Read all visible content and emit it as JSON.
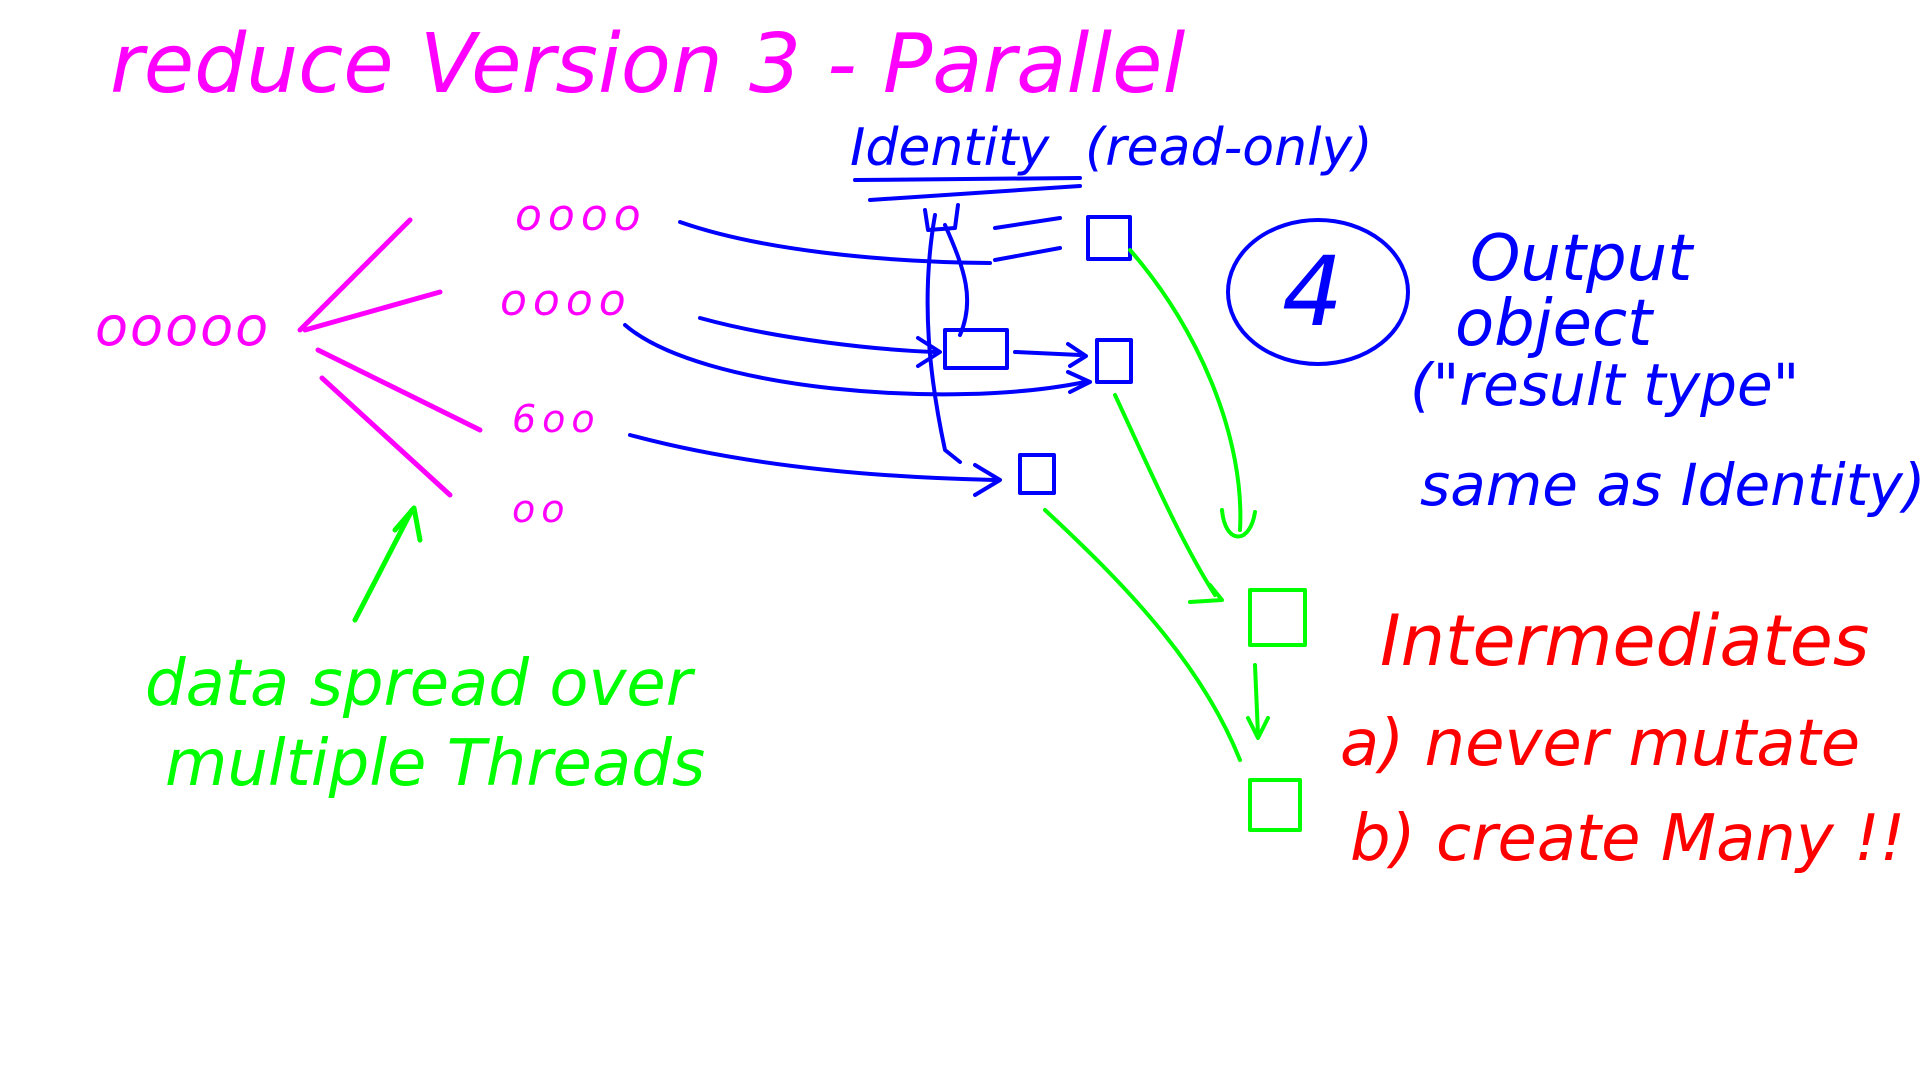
{
  "title": "reduce Version 3 - Parallel",
  "colors": {
    "magenta": "#ff00ff",
    "blue": "#0000ff",
    "green": "#00ff00",
    "red": "#ff0000",
    "background": "#ffffff"
  },
  "source_data": "ooooo",
  "partitions": [
    "oooo",
    "oooo",
    "6oo",
    "oo"
  ],
  "data_note": [
    "data spread over",
    "multiple Threads"
  ],
  "identity": {
    "label": "Identity",
    "note": "(read-only)"
  },
  "output_object": {
    "number": "4",
    "lines": [
      "Output",
      "object",
      "(\"result type\"",
      "same as Identity)"
    ]
  },
  "intermediates": {
    "heading": "Intermediates",
    "rules": [
      "a) never mutate",
      "b) create Many !!"
    ]
  }
}
